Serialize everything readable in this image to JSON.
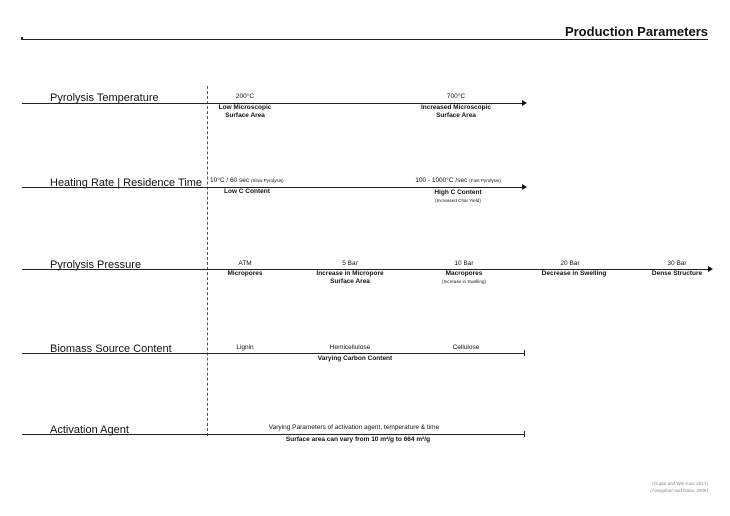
{
  "title": "Production Parameters",
  "rows": {
    "temperature": {
      "label": "Pyrolysis Temperature",
      "points": [
        {
          "value": "200°C",
          "note": "Low Microscopic",
          "note2": "Surface Area"
        },
        {
          "value": "700°C",
          "note": "Increased Microscopic",
          "note2": "Surface Area"
        }
      ]
    },
    "heating": {
      "label": "Heating Rate | Residence Time",
      "points": [
        {
          "value": "10°C / 60 sec",
          "value_small": "(Slow Pyrolysis)",
          "note": "Low C Content"
        },
        {
          "value": "100 - 1000°C /sec",
          "value_small": "(Fast Pyrolysis)",
          "note": "High C Content",
          "sub": "(Increased Char Yield)"
        }
      ]
    },
    "pressure": {
      "label": "Pyrolysis Pressure",
      "points": [
        {
          "value": "ATM",
          "note": "Micropores"
        },
        {
          "value": "5 Bar",
          "note": "Increase in Micropore",
          "note2": "Surface Area"
        },
        {
          "value": "10 Bar",
          "note": "Macropores",
          "sub": "(Increase in Swelling)"
        },
        {
          "value": "20 Bar",
          "note": "Decrease in Swelling"
        },
        {
          "value": "30 Bar",
          "note": "Dense Structure"
        }
      ]
    },
    "biomass": {
      "label": "Biomass Source Content",
      "points": [
        {
          "value": "Lignin"
        },
        {
          "value": "Hemicellulose"
        },
        {
          "value": "Cellulose"
        }
      ],
      "note": "Varying Carbon Content"
    },
    "activation": {
      "label": "Activation Agent",
      "text": "Varying Parameters of activation agent, temperature & time",
      "note": "Surface area can vary from 10 m²/g to 664 m²/g"
    }
  },
  "credits": [
    "(Gupta and Wei Kua, 2017)",
    "(Azargohar and Dalai, 2006)"
  ]
}
